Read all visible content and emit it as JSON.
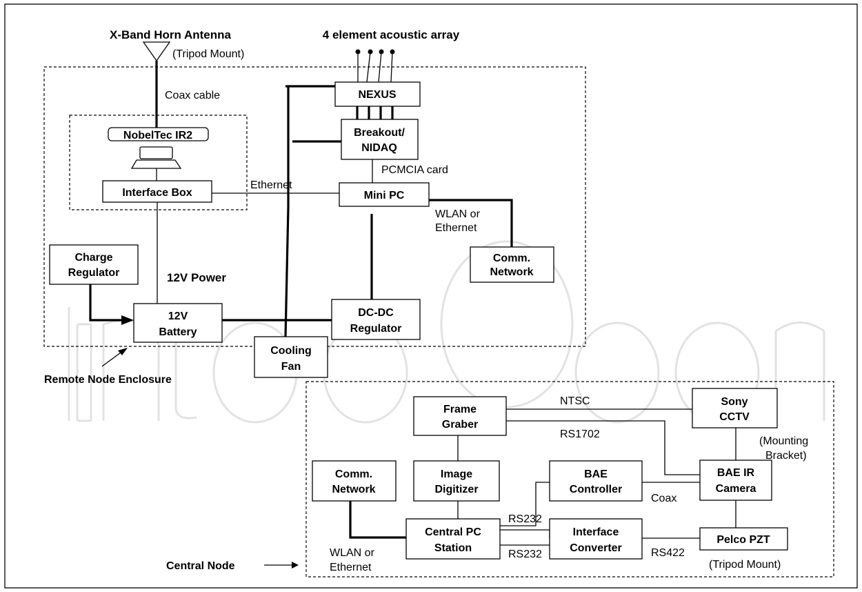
{
  "remote_node": {
    "enclosure_label": "Remote Node Enclosure",
    "antenna_title": "X-Band Horn Antenna",
    "antenna_mount": "(Tripod Mount)",
    "coax_cable": "Coax cable",
    "nobeltec": "NobelTec  IR2",
    "interface_box": "Interface Box",
    "ethernet": "Ethernet",
    "power_12v": "12V Power",
    "charge_regulator": [
      "Charge",
      "Regulator"
    ],
    "battery": [
      "12V",
      "Battery"
    ],
    "acoustic_array": "4 element acoustic array",
    "nexus": "NEXUS",
    "breakout": [
      "Breakout/",
      "NIDAQ"
    ],
    "pcmcia": "PCMCIA card",
    "mini_pc": "Mini PC",
    "wlan": [
      "WLAN or",
      "Ethernet"
    ],
    "comm_network": [
      "Comm.",
      "Network"
    ],
    "dcdc": [
      "DC-DC",
      "Regulator"
    ],
    "cooling_fan": [
      "Cooling",
      "Fan"
    ]
  },
  "central_node": {
    "label": "Central Node",
    "frame_grabber": [
      "Frame",
      "Graber"
    ],
    "ntsc": "NTSC",
    "sony": [
      "Sony",
      "CCTV"
    ],
    "rs1702": "RS1702",
    "mounting": [
      "(Mounting",
      "Bracket)"
    ],
    "comm_network": [
      "Comm.",
      "Network"
    ],
    "image_digitizer": [
      "Image",
      "Digitizer"
    ],
    "bae_controller": [
      "BAE",
      "Controller"
    ],
    "bae_ir": [
      "BAE IR",
      "Camera"
    ],
    "coax": "Coax",
    "rs232_top": "RS232",
    "rs232_bottom": "RS232",
    "central_pc": [
      "Central PC",
      "Station"
    ],
    "interface_converter": [
      "Interface",
      "Converter"
    ],
    "rs422": "RS422",
    "pelco": "Pelco PZT",
    "tripod": "(Tripod Mount)",
    "wlan": [
      "WLAN or",
      "Ethernet"
    ]
  },
  "watermark": "IntechOpen"
}
